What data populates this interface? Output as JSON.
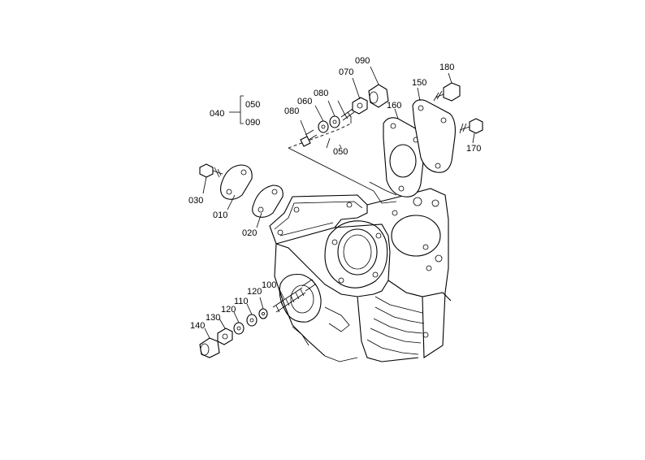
{
  "labels": {
    "l010": "010",
    "l020": "020",
    "l030": "030",
    "l040": "040",
    "l050a": "050",
    "l090a": "090",
    "l050b": "050",
    "l060": "060",
    "l070": "070",
    "l080a": "080",
    "l080b": "080",
    "l090b": "090",
    "l100": "100",
    "l110": "110",
    "l120a": "120",
    "l120b": "120",
    "l130": "130",
    "l140": "140",
    "l150": "150",
    "l160": "160",
    "l170": "170",
    "l180": "180"
  }
}
